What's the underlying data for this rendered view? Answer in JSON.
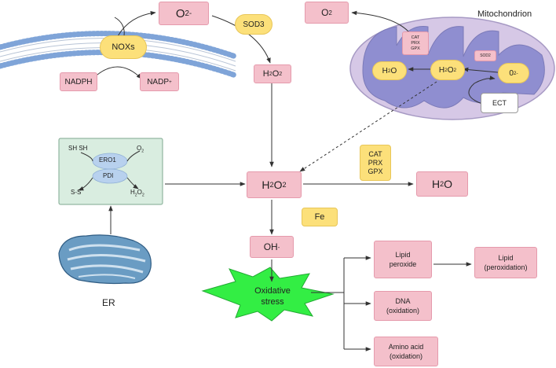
{
  "top": {
    "superoxide": "O",
    "superoxide_sup": "2-",
    "sod3": "SOD3",
    "noxs": "NOXs",
    "nadph": "NADPH",
    "nadp": "NADP",
    "nadp_sup": "+",
    "h2o2_h": "H",
    "h2o2_mid": "2",
    "h2o2_o": "O",
    "h2o2_end": "2",
    "o2": "O",
    "o2_sub": "2"
  },
  "mitochondrion": {
    "title": "Mitochondrion",
    "cat_prx_gpx_lines": [
      "CAT",
      "PRX",
      "GPX"
    ],
    "sod2": "SOD2",
    "h2o": "H",
    "h2o_sub": "2",
    "h2o_o": "O",
    "h2o2_h": "H",
    "h2o2_s1": "2",
    "h2o2_o": "O",
    "h2o2_s2": "2",
    "superoxide": "0",
    "superoxide_sup": "2-",
    "ect": "ECT"
  },
  "er": {
    "sh_sh": "SH SH",
    "o2": "O",
    "o2_sub": "2",
    "ero1": "ERO1",
    "pdi": "PDI",
    "ss": "S-S",
    "h2o2_h": "H",
    "h2o2_s1": "2",
    "h2o2_o": "O",
    "h2o2_s2": "2",
    "label": "ER"
  },
  "center": {
    "h2o2_h": "H",
    "h2o2_s1": "2",
    "h2o2_o": "O",
    "h2o2_s2": "2",
    "cat_prx_gpx_lines": [
      "CAT",
      "PRX",
      "GPX"
    ],
    "h2o": "H",
    "h2o_sub": "2",
    "h2o_o": "O",
    "fe": "Fe",
    "oh": "OH",
    "oh_sup": "-",
    "stress_line1": "Oxidative",
    "stress_line2": "stress"
  },
  "outcomes": {
    "lipid_peroxide_1": "Lipid",
    "lipid_peroxide_2": "peroxide",
    "lipid_ox_1": "Lipid",
    "lipid_ox_2": "(peroxidation)",
    "dna_1": "DNA",
    "dna_2": "(oxidation)",
    "amino_1": "Amino acid",
    "amino_2": "(oxidation)"
  },
  "colors": {
    "pink_box": "#f4c0cb",
    "yellow_box": "#fce07a",
    "membrane": "#7fa4d8",
    "mito_outer": "#d6c8e6",
    "mito_inner": "#8f8ed0",
    "er_box": "#d9ede0",
    "er_body": "#6a9cc3",
    "stress_star": "#33ee44"
  }
}
